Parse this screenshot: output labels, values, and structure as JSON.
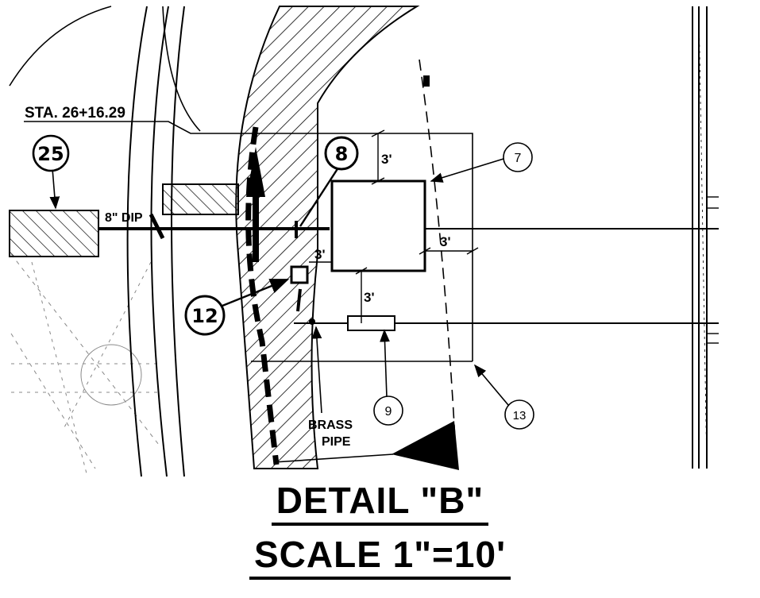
{
  "station_label": "STA. 26+16.29",
  "pipe_label": "8\" DIP",
  "brass_pipe_label": [
    "BRASS",
    "PIPE"
  ],
  "dimensions": {
    "top_clearance": "3'",
    "left_clearance": "3'",
    "right_clearance": "3'",
    "bottom_clearance": "3'"
  },
  "callouts": {
    "c25": "25",
    "c8": "8",
    "c12": "12",
    "c7": "7",
    "c9": "9",
    "c13": "13"
  },
  "detail_title": "DETAIL \"B\"",
  "scale_title": "SCALE 1\"=10'",
  "colors": {
    "ink": "#000000",
    "paper": "#ffffff"
  }
}
